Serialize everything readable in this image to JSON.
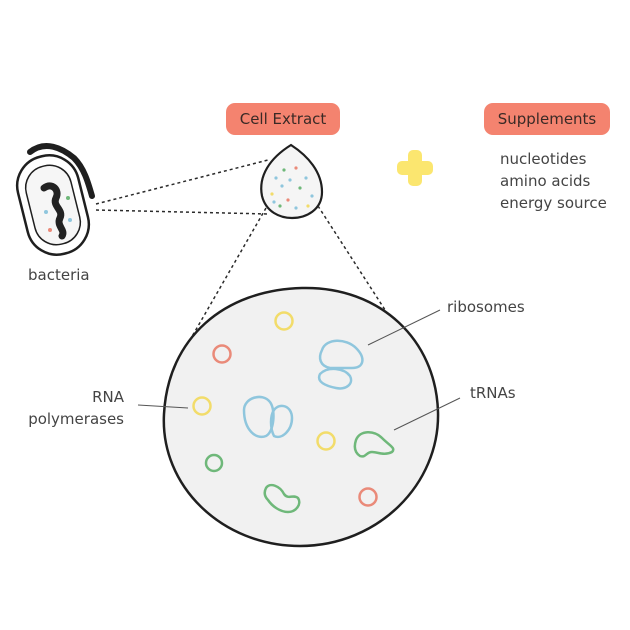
{
  "labels": {
    "cell_extract": "Cell Extract",
    "supplements": "Supplements",
    "supplement_items": [
      "nucleotides",
      "amino acids",
      "energy source"
    ],
    "bacteria": "bacteria",
    "ribosomes": "ribosomes",
    "trnas": "tRNAs",
    "rna_polymerases": [
      "RNA",
      "polymerases"
    ]
  },
  "colors": {
    "pill": "#f4836f",
    "plus": "#fbe66f",
    "outline": "#1f1f1f",
    "fill": "#f1f1f1",
    "ribosome": "#8fc6dd",
    "trna": "#6fb87a",
    "polymerase": "#f2dc6a",
    "red_ring": "#ea8a79"
  }
}
